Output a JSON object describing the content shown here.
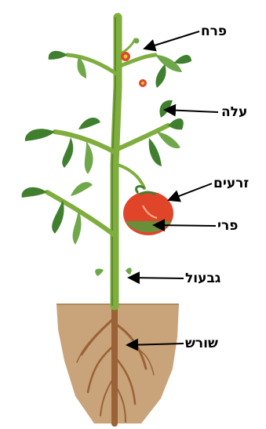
{
  "labels": {
    "flower": "פרח",
    "leaf": "עלה",
    "seeds": "זרעים",
    "fruit": "פרי",
    "stem": "גבעול",
    "root": "שורש"
  },
  "colors": {
    "stem": "#7fae3e",
    "leaf": "#3f7f2e",
    "leaf_light": "#6fa84a",
    "fruit": "#e0452a",
    "soil": "#c9a37a",
    "root": "#9a6236",
    "flower": "#d84a2a"
  }
}
